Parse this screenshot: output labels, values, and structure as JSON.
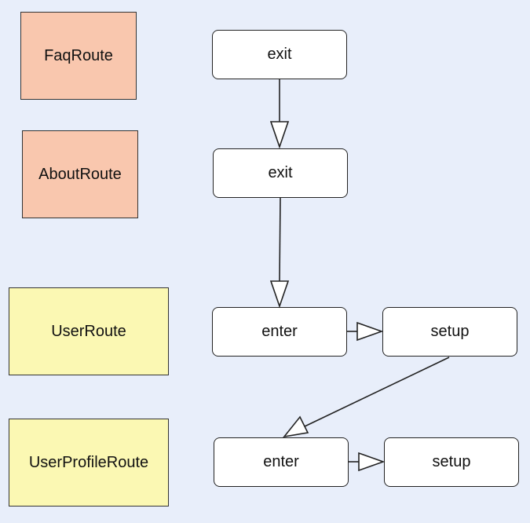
{
  "routes": {
    "faq": "FaqRoute",
    "about": "AboutRoute",
    "user": "UserRoute",
    "user_profile": "UserProfileRoute"
  },
  "steps": {
    "faq_exit": "exit",
    "about_exit": "exit",
    "user_enter": "enter",
    "user_setup": "setup",
    "user_profile_enter": "enter",
    "user_profile_setup": "setup"
  },
  "colors": {
    "background": "#e8eefa",
    "exiting_route": "#f9c7ae",
    "entering_route": "#fbf8b3",
    "step_box": "#ffffff"
  }
}
